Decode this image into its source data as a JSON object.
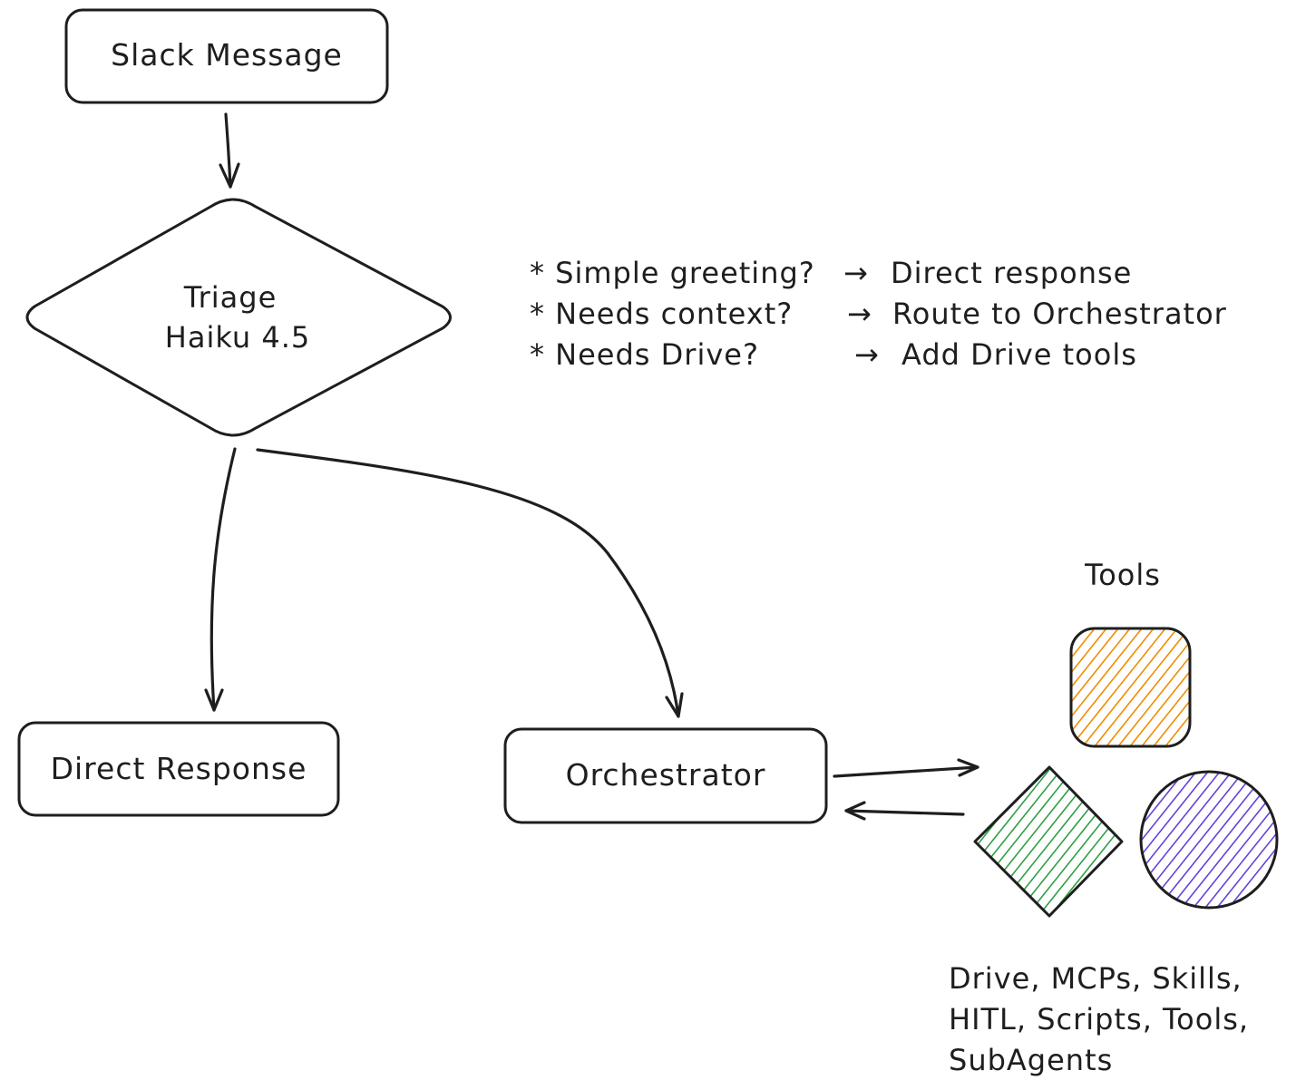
{
  "nodes": {
    "slack_message": "Slack Message",
    "triage_line1": "Triage",
    "triage_line2": "Haiku 4.5",
    "direct_response": "Direct Response",
    "orchestrator": "Orchestrator"
  },
  "rules": [
    {
      "condition": "* Simple greeting?",
      "arrow": "→",
      "outcome": "Direct response"
    },
    {
      "condition": "* Needs context?",
      "arrow": "→",
      "outcome": "Route to Orchestrator"
    },
    {
      "condition": "* Needs Drive?",
      "arrow": "→",
      "outcome": "Add Drive tools"
    }
  ],
  "tools": {
    "title": "Tools",
    "caption_lines": [
      "Drive, MCPs, Skills,",
      "HITL, Scripts, Tools,",
      "SubAgents"
    ],
    "colors": {
      "square": "#f08c00",
      "diamond": "#2f9e44",
      "circle": "#6741d9"
    }
  }
}
